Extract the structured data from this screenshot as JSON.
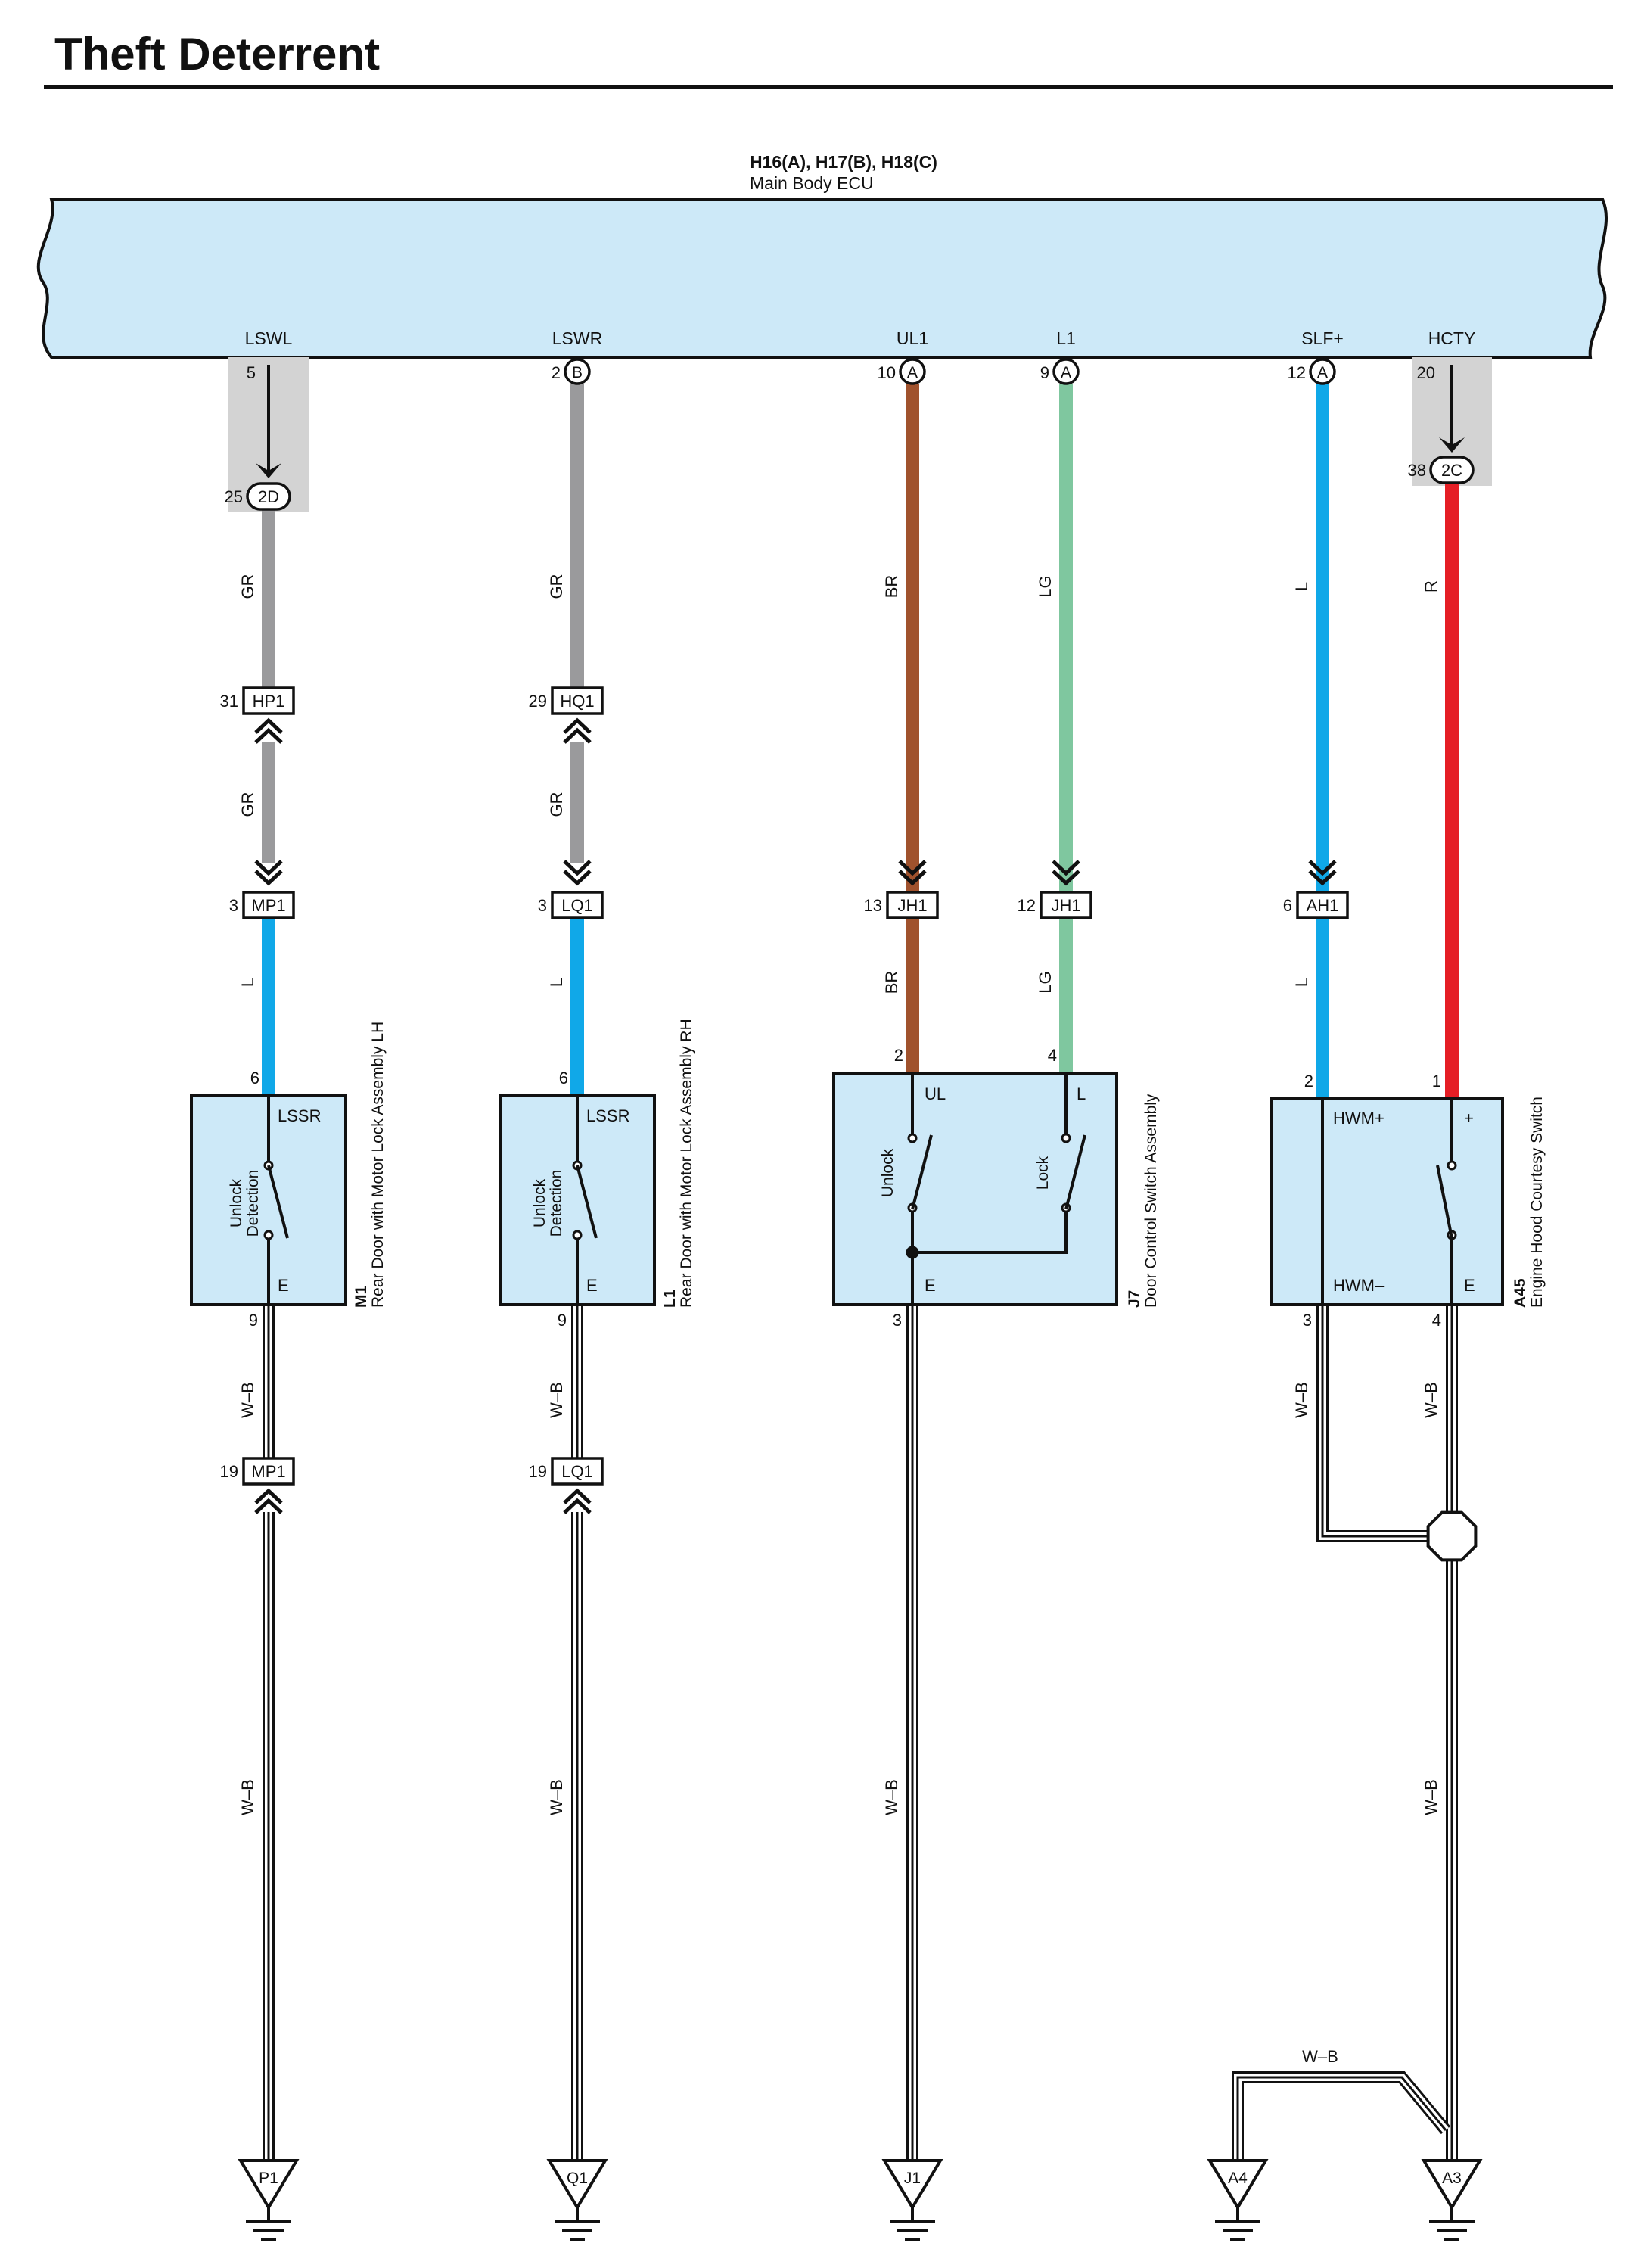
{
  "page": {
    "title": "Theft Deterrent"
  },
  "ecu": {
    "code": "H16(A), H17(B), H18(C)",
    "name": "Main Body ECU"
  },
  "colors": {
    "ecu_fill": "#cde9f8",
    "comp_fill": "#cde9f8",
    "shade": "#d3d3d3",
    "GR": "#9a9a9c",
    "L": "#10a8e8",
    "BR": "#a0522d",
    "LG": "#7fc79f",
    "R": "#e51e25",
    "WB": "#ffffff"
  },
  "circuits": [
    {
      "id": "c1",
      "terminal": "LSWL",
      "ecu_pin": "5",
      "ecu_conn": "",
      "junction": {
        "pin": "25",
        "label": "2D"
      },
      "wire1": "GR",
      "inline1": {
        "pin": "31",
        "label": "HP1"
      },
      "wire2": "GR",
      "inline2": {
        "pin": "3",
        "label": "MP1"
      },
      "wire3": "L",
      "comp_pin_top": "6",
      "comp_pin_bottom": "9",
      "comp": {
        "code": "M1",
        "name": "Rear Door with Motor Lock Assembly LH",
        "term_top": "LSSR",
        "term_bottom": "E",
        "switch": "Unlock Detection"
      },
      "wire4": "W–B",
      "inline3": {
        "pin": "19",
        "label": "MP1"
      },
      "wire5": "W–B",
      "ground": "P1"
    },
    {
      "id": "c2",
      "terminal": "LSWR",
      "ecu_pin": "2",
      "ecu_conn": "B",
      "wire1": "GR",
      "inline1": {
        "pin": "29",
        "label": "HQ1"
      },
      "wire2": "GR",
      "inline2": {
        "pin": "3",
        "label": "LQ1"
      },
      "wire3": "L",
      "comp_pin_top": "6",
      "comp_pin_bottom": "9",
      "comp": {
        "code": "L1",
        "name": "Rear Door with Motor Lock Assembly RH",
        "term_top": "LSSR",
        "term_bottom": "E",
        "switch": "Unlock Detection"
      },
      "wire4": "W–B",
      "inline3": {
        "pin": "19",
        "label": "LQ1"
      },
      "wire5": "W–B",
      "ground": "Q1"
    },
    {
      "id": "c3",
      "terminal": "UL1",
      "ecu_pin": "10",
      "ecu_conn": "A",
      "wire1": "BR",
      "inline2": {
        "pin": "13",
        "label": "JH1"
      },
      "wire3": "BR",
      "comp_pin_top": "2"
    },
    {
      "id": "c4",
      "terminal": "L1",
      "ecu_pin": "9",
      "ecu_conn": "A",
      "wire1": "LG",
      "inline2": {
        "pin": "12",
        "label": "JH1"
      },
      "wire3": "LG",
      "comp_pin_top": "4"
    },
    {
      "id": "c5",
      "terminal": "SLF+",
      "ecu_pin": "12",
      "ecu_conn": "A",
      "wire1": "L",
      "inline2": {
        "pin": "6",
        "label": "AH1"
      },
      "wire3": "L",
      "comp_pin_top": "2"
    },
    {
      "id": "c6",
      "terminal": "HCTY",
      "ecu_pin": "20",
      "ecu_conn": "",
      "junction": {
        "pin": "38",
        "label": "2C"
      },
      "wire1": "R",
      "comp_pin_top": "1"
    }
  ],
  "j7": {
    "code": "J7",
    "name": "Door Control Switch Assembly",
    "term_ul": "UL",
    "term_l": "L",
    "term_e": "E",
    "sw_unlock": "Unlock",
    "sw_lock": "Lock",
    "pin_e": "3",
    "wire_e": "W–B",
    "ground": "J1"
  },
  "a45": {
    "code": "A45",
    "name": "Engine Hood Courtesy Switch",
    "term_hwm_plus": "HWM+",
    "term_plus": "+",
    "term_hwm_minus": "HWM–",
    "term_e": "E",
    "pin_hwm_minus": "3",
    "pin_e": "4",
    "wire_a": "W–B",
    "wire_b": "W–B",
    "wire_c": "W–B",
    "wire_d": "W–B",
    "ground_a": "A4",
    "ground_b": "A3"
  }
}
